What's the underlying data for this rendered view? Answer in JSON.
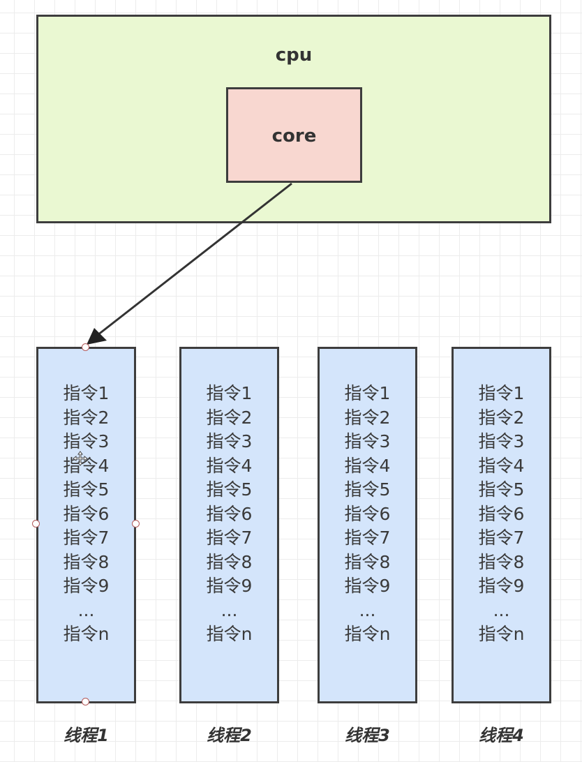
{
  "diagram": {
    "cpu": {
      "label": "cpu",
      "fill": "#eaf8d2"
    },
    "core": {
      "label": "core",
      "fill": "#f8d7d0"
    },
    "connector": {
      "from": "core",
      "to": "thread-1",
      "type": "arrow"
    },
    "threads": [
      {
        "label": "线程1",
        "selected": true,
        "instructions": [
          "指令1",
          "指令2",
          "指令3",
          "指令4",
          "指令5",
          "指令6",
          "指令7",
          "指令8",
          "指令9",
          "...",
          "指令n"
        ]
      },
      {
        "label": "线程2",
        "selected": false,
        "instructions": [
          "指令1",
          "指令2",
          "指令3",
          "指令4",
          "指令5",
          "指令6",
          "指令7",
          "指令8",
          "指令9",
          "...",
          "指令n"
        ]
      },
      {
        "label": "线程3",
        "selected": false,
        "instructions": [
          "指令1",
          "指令2",
          "指令3",
          "指令4",
          "指令5",
          "指令6",
          "指令7",
          "指令8",
          "指令9",
          "...",
          "指令n"
        ]
      },
      {
        "label": "线程4",
        "selected": false,
        "instructions": [
          "指令1",
          "指令2",
          "指令3",
          "指令4",
          "指令5",
          "指令6",
          "指令7",
          "指令8",
          "指令9",
          "...",
          "指令n"
        ]
      }
    ],
    "thread_fill": "#d4e5fb",
    "border_color": "#3d3d3d"
  }
}
